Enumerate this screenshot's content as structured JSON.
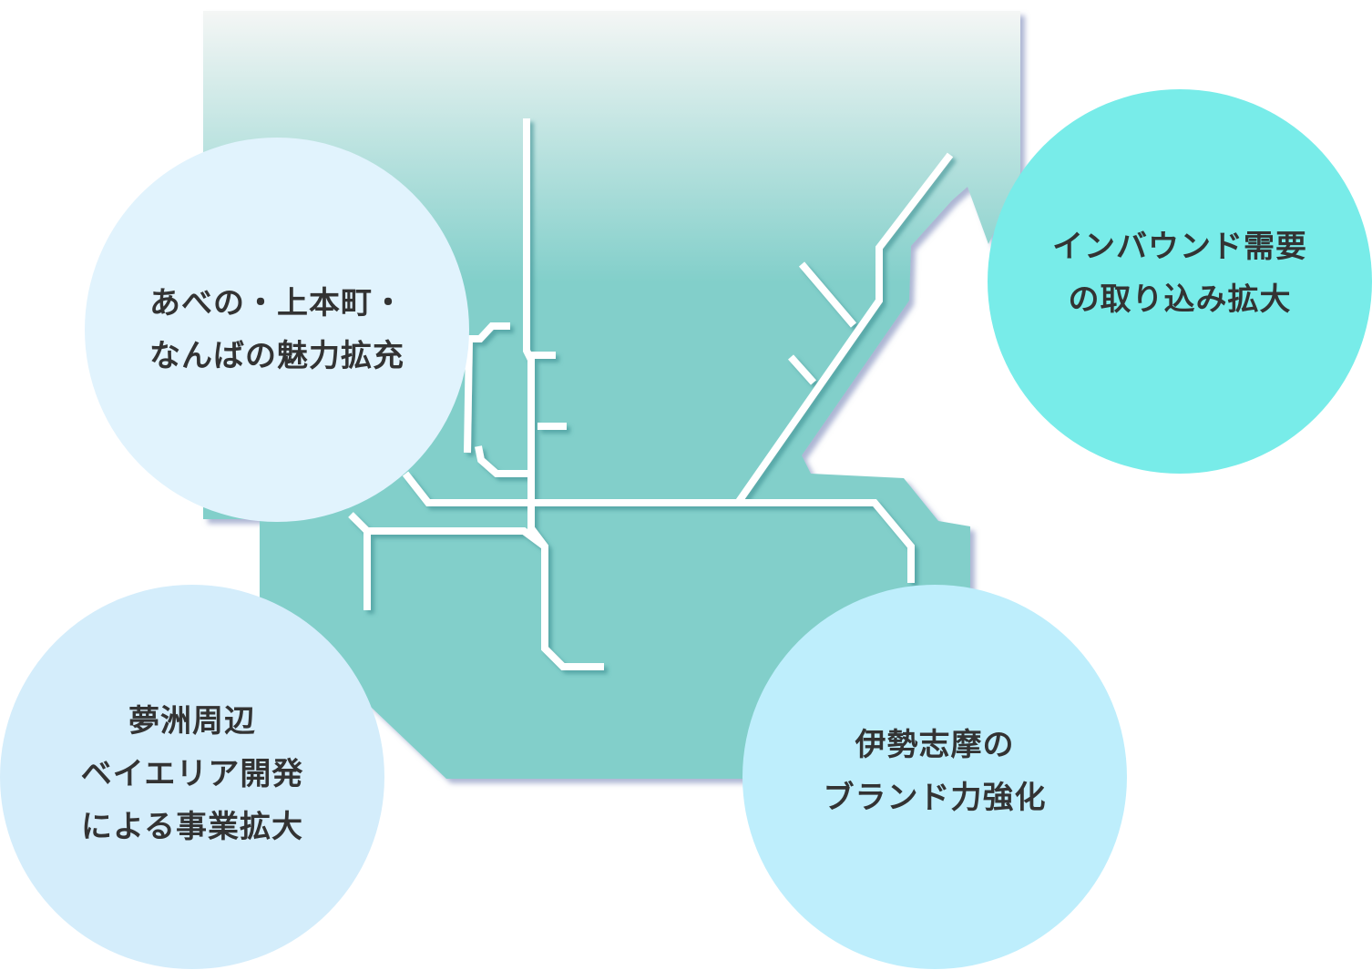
{
  "colors": {
    "map_top": "#f4f6f5",
    "map_fill": "#82cfca",
    "rail": "#ffffff",
    "text": "#333333"
  },
  "circles": [
    {
      "lines": [
        "あべの・上本町・",
        "なんばの魅力拡充"
      ],
      "color": "#e1f3fd"
    },
    {
      "lines": [
        "インバウンド需要",
        "の取り込み拡大"
      ],
      "color": "#78ece9"
    },
    {
      "lines": [
        "夢洲周辺",
        "ベイエリア開発",
        "による事業拡大"
      ],
      "color": "#d4edfb"
    },
    {
      "lines": [
        "伊勢志摩の",
        "ブランド力強化"
      ],
      "color": "#beeefc"
    }
  ]
}
